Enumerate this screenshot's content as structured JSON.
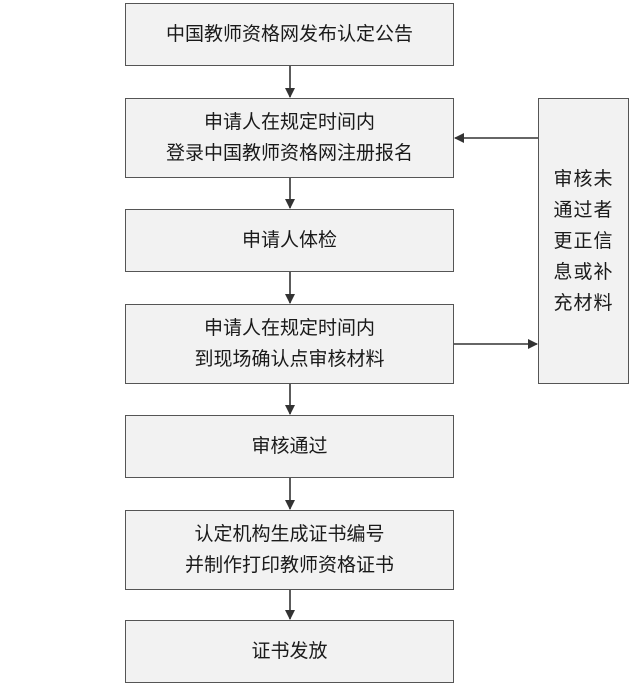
{
  "steps": [
    {
      "lines": [
        "中国教师资格网发布认定公告"
      ]
    },
    {
      "lines": [
        "申请人在规定时间内",
        "登录中国教师资格网注册报名"
      ]
    },
    {
      "lines": [
        "申请人体检"
      ]
    },
    {
      "lines": [
        "申请人在规定时间内",
        "到现场确认点审核材料"
      ]
    },
    {
      "lines": [
        "审核通过"
      ]
    },
    {
      "lines": [
        "认定机构生成证书编号",
        "并制作打印教师资格证书"
      ]
    },
    {
      "lines": [
        "证书发放"
      ]
    }
  ],
  "side_box": {
    "lines": [
      "审核未",
      "通过者",
      "更正信",
      "息或补",
      "充材料"
    ]
  },
  "colors": {
    "box_fill": "#f2f2f2",
    "box_border": "#555555",
    "arrow": "#333333"
  }
}
